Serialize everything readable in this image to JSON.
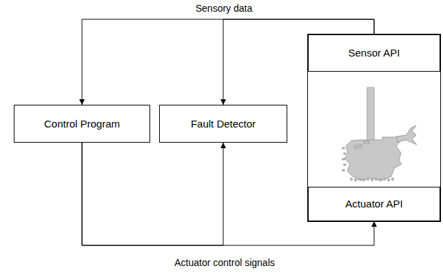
{
  "diagram": {
    "nodes": [
      {
        "text": [
          "Control Program"
        ]
      },
      {
        "text": [
          "Fault Detector"
        ]
      },
      {
        "text": [
          "Sensor API"
        ]
      },
      {
        "text": [
          "Actuator API"
        ]
      }
    ],
    "edges": [
      {
        "from": 2,
        "to": 0,
        "arrow": "to",
        "label": "Sensory data"
      },
      {
        "from": 2,
        "to": 1,
        "arrow": "to"
      },
      {
        "from": 0,
        "to": 3,
        "arrow": "to",
        "label": "Actuator control signals"
      },
      {
        "from": 0,
        "to": 1,
        "arrow": "to"
      }
    ]
  }
}
